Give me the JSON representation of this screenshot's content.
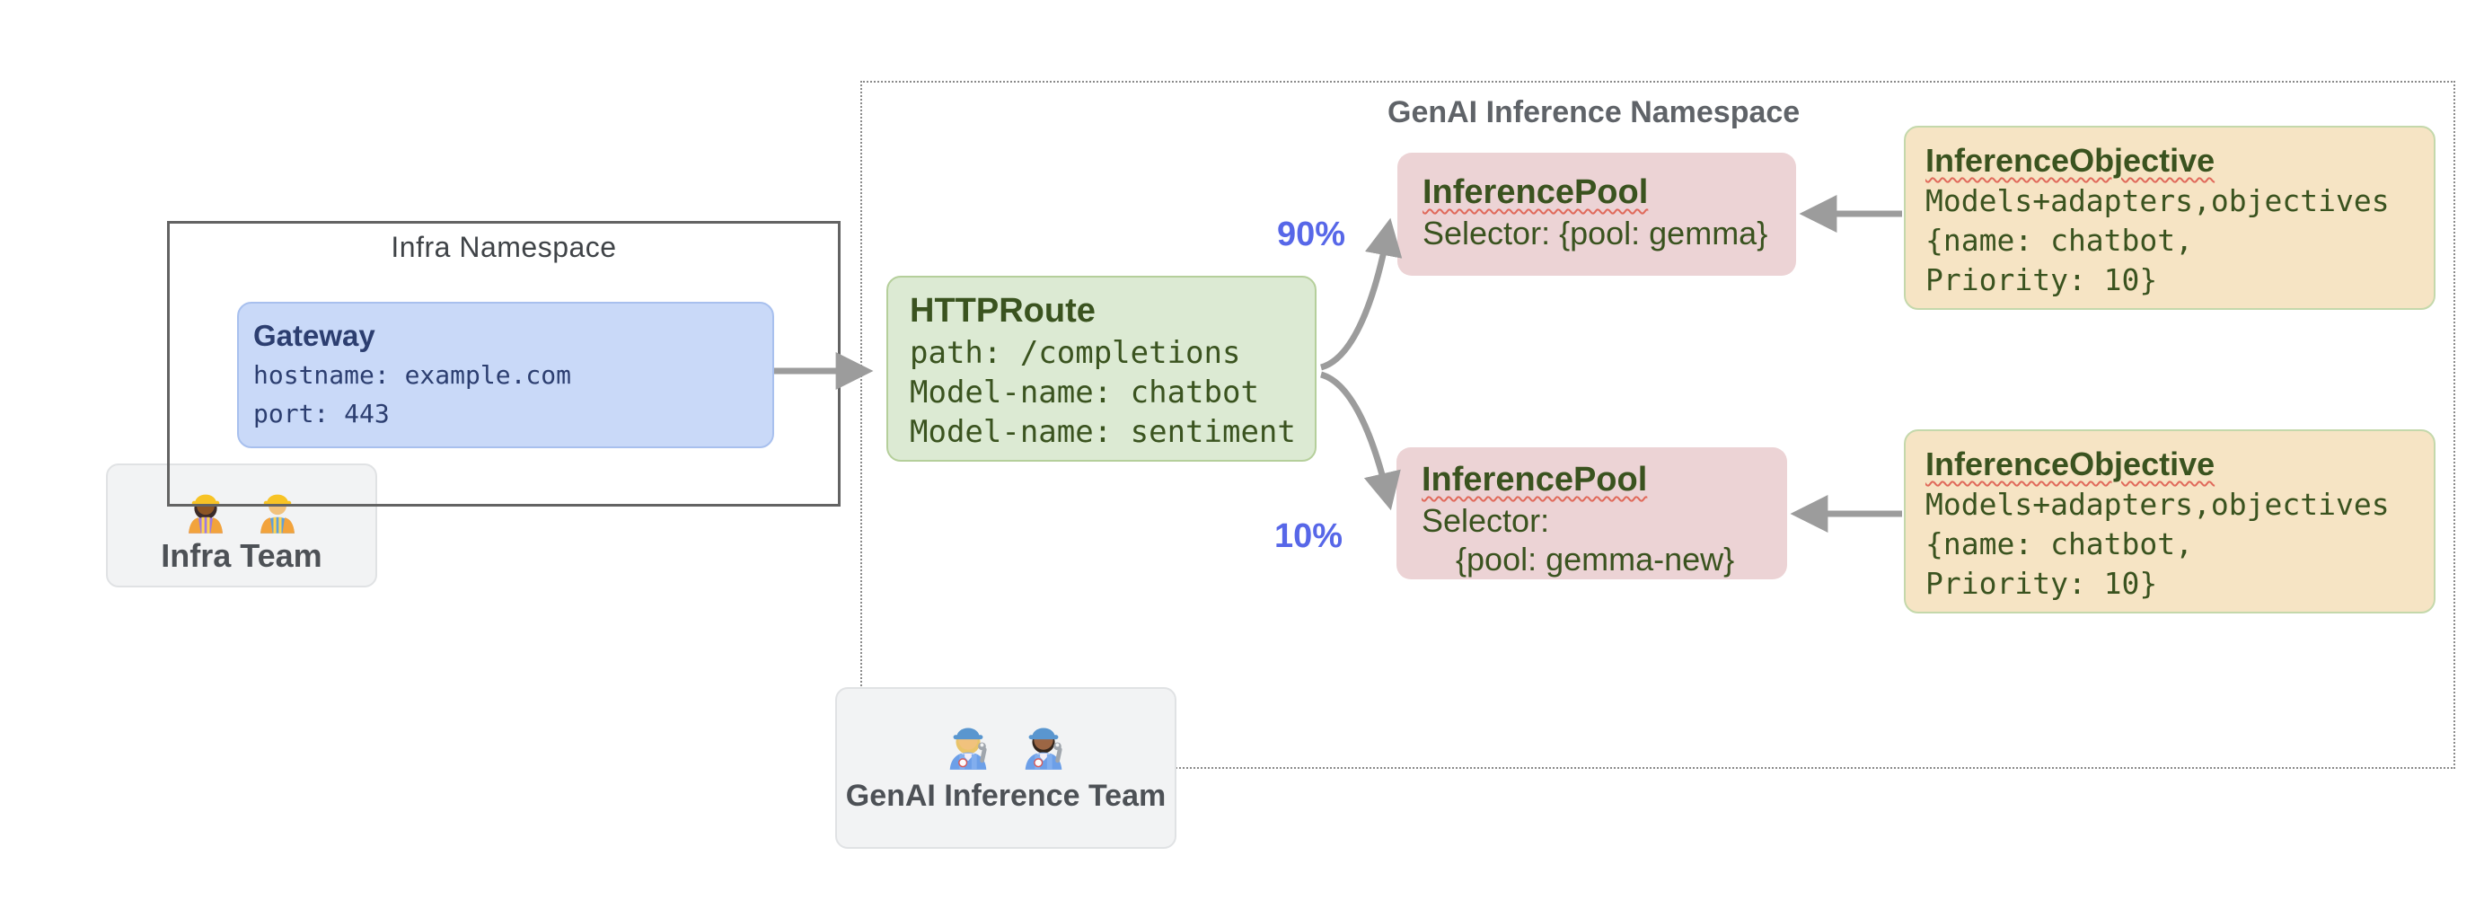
{
  "colors": {
    "arrow": "#9c9c9c",
    "percent_label": "#5767e8",
    "gateway_fill": "#c9d9f8",
    "httproute_fill": "#dcead3",
    "pool_fill": "#ecd3d5",
    "objective_fill": "#f6e4c4",
    "team_fill": "#f2f3f4",
    "text_dark_green": "#3a531f",
    "text_dark_blue": "#2c3e70"
  },
  "infra_namespace": {
    "title": "Infra Namespace"
  },
  "gateway": {
    "title": "Gateway",
    "lines": [
      "hostname: example.com",
      "port: 443"
    ]
  },
  "infra_team": {
    "label": "Infra Team",
    "icons": [
      "woman-construction-worker",
      "man-construction-worker"
    ]
  },
  "genai_namespace": {
    "title": "GenAI Inference Namespace"
  },
  "httproute": {
    "title": "HTTPRoute",
    "lines": [
      "path: /completions",
      "Model-name: chatbot",
      "Model-name: sentiment"
    ]
  },
  "pools": [
    {
      "title": "InferencePool",
      "lines": [
        "Selector: {pool: gemma}"
      ],
      "traffic_weight": "90%"
    },
    {
      "title": "InferencePool",
      "lines": [
        "Selector:",
        "{pool: gemma-new}"
      ],
      "traffic_weight": "10%"
    }
  ],
  "objectives": [
    {
      "title": "InferenceObjective",
      "lines": [
        "Models+adapters,objectives",
        "{name: chatbot,",
        "Priority: 10}"
      ]
    },
    {
      "title": "InferenceObjective",
      "lines": [
        "Models+adapters,objectives",
        "{name: chatbot,",
        "Priority: 10}"
      ]
    }
  ],
  "genai_team": {
    "label": "GenAI Inference Team",
    "icons": [
      "woman-mechanic",
      "man-mechanic"
    ]
  }
}
